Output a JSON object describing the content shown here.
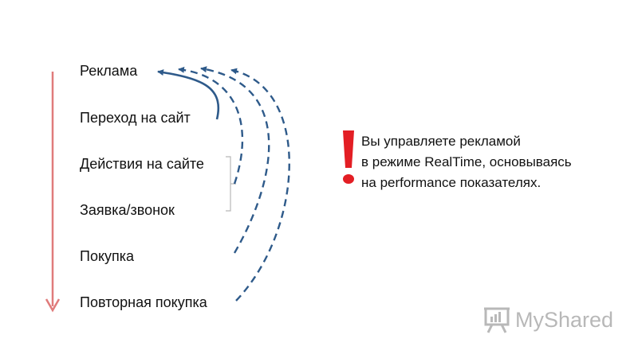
{
  "steps": [
    {
      "label": "Реклама"
    },
    {
      "label": "Переход на сайт"
    },
    {
      "label": "Действия на сайте"
    },
    {
      "label": "Заявка/звонок"
    },
    {
      "label": "Покупка"
    },
    {
      "label": "Повторная покупка"
    }
  ],
  "message": {
    "lines": [
      "Вы управляете рекламой",
      "в режиме RealTime, основываясь",
      "на performance показателях."
    ]
  },
  "logo": {
    "text": "MyShared"
  },
  "colors": {
    "timeline_arrow": "#e07b7b",
    "flow_arrows": "#2e5a8a",
    "exclamation": "#e31e24",
    "bracket": "#b8b8b8",
    "logo": "#b8b8b8",
    "text": "#111111"
  },
  "icons": {
    "exclamation": "exclamation-mark-icon",
    "logo": "presentation-board-icon"
  }
}
